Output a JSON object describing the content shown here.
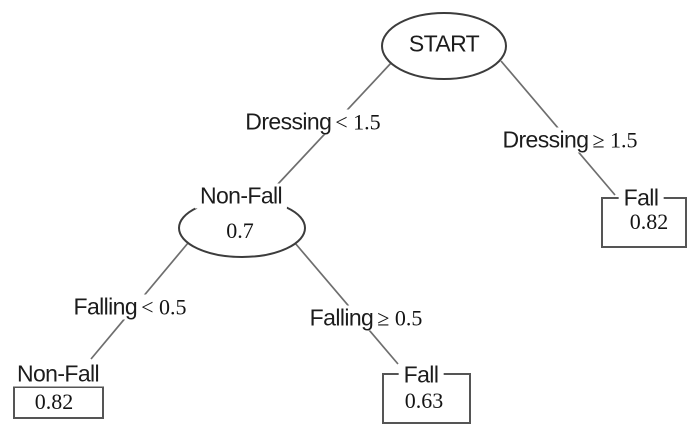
{
  "diagram": {
    "type": "decision-tree",
    "nodes": {
      "start": {
        "label": "START",
        "shape": "ellipse"
      },
      "branch": {
        "label": "Non-Fall",
        "value": "0.7",
        "shape": "ellipse"
      },
      "leaf_right": {
        "label": "Fall",
        "value": "0.82",
        "shape": "rect"
      },
      "leaf_left": {
        "label": "Non-Fall",
        "value": "0.82",
        "shape": "rect"
      },
      "leaf_mid": {
        "label": "Fall",
        "value": "0.63",
        "shape": "rect"
      }
    },
    "edges": {
      "dressing_lt": {
        "feature": "Dressing",
        "comparison": "< 1.5",
        "condition": "Dressing < 1.5",
        "from": "start",
        "to": "branch"
      },
      "dressing_ge": {
        "feature": "Dressing",
        "comparison": "≥ 1.5",
        "condition": "Dressing ≥ 1.5",
        "from": "start",
        "to": "leaf_right"
      },
      "falling_lt": {
        "feature": "Falling",
        "comparison": "< 0.5",
        "condition": "Falling < 0.5",
        "from": "branch",
        "to": "leaf_left"
      },
      "falling_ge": {
        "feature": "Falling",
        "comparison": "≥ 0.5",
        "condition": "Falling ≥ 0.5",
        "from": "branch",
        "to": "leaf_mid"
      }
    },
    "colors": {
      "background": "#ffffff",
      "connector_line": "#6e6e6e",
      "ellipse_border": "#3c3c3c",
      "box_border": "#555555",
      "text": "#1c1c1c"
    }
  }
}
